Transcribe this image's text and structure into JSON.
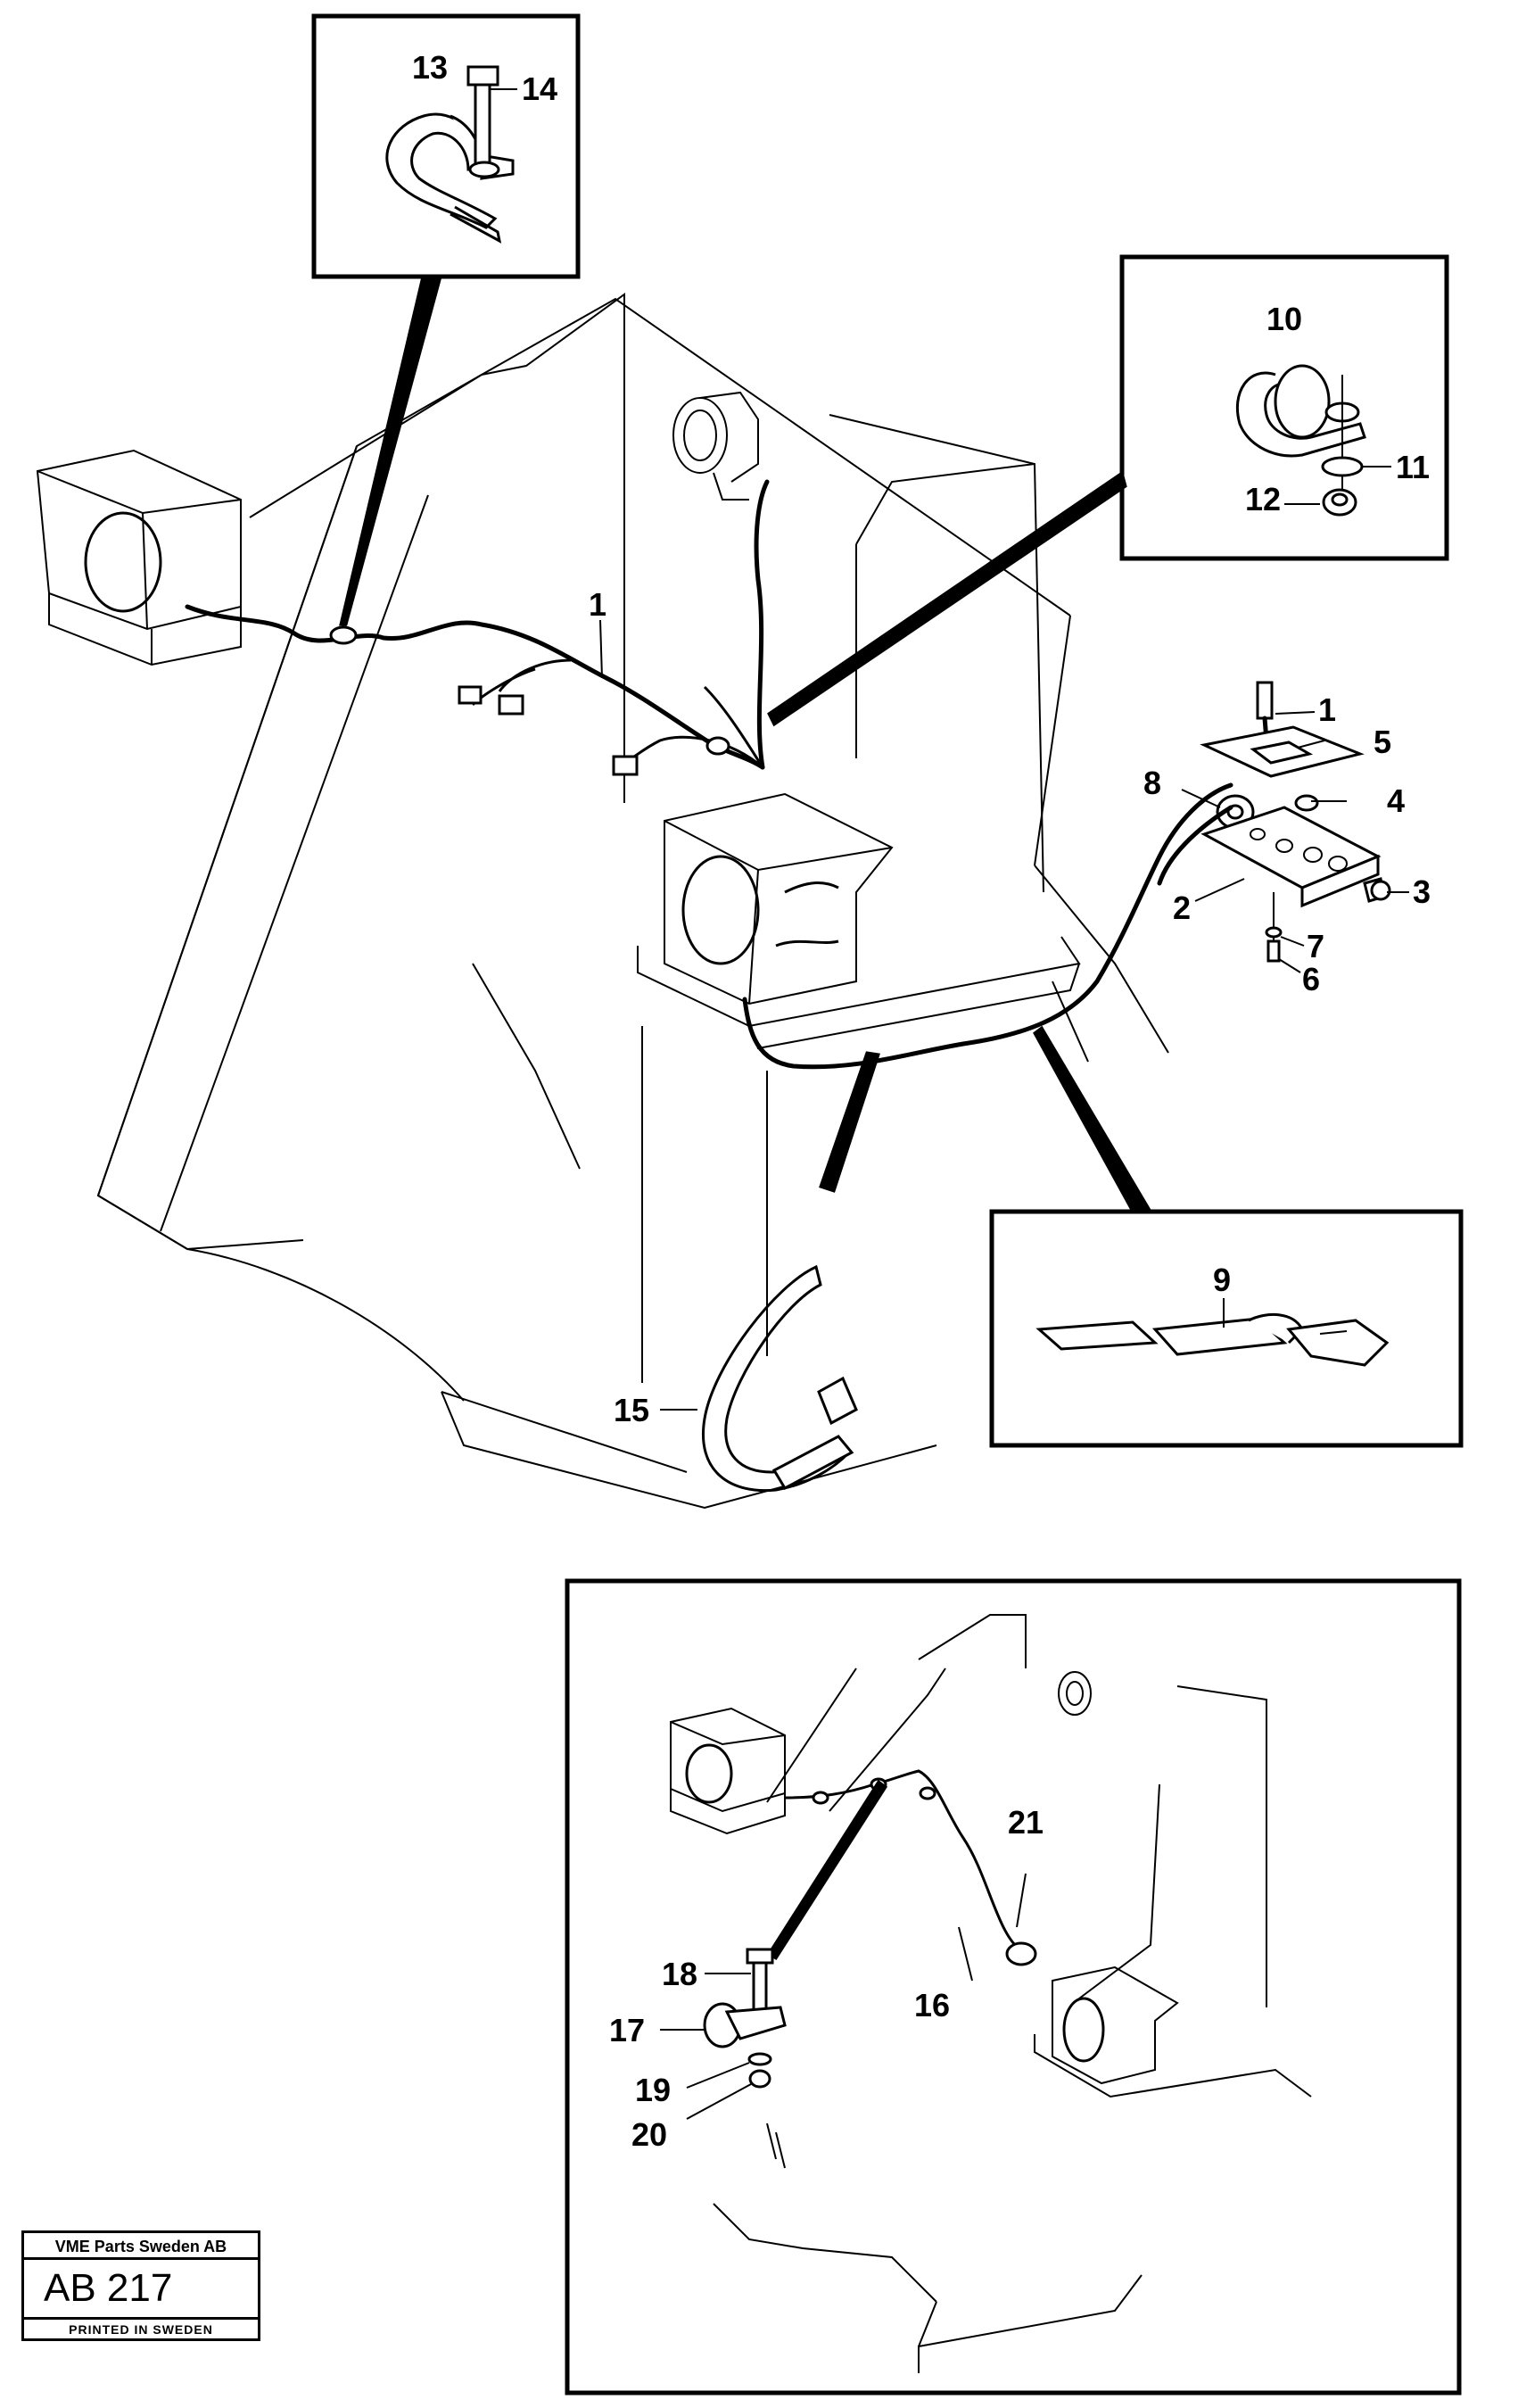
{
  "callouts": {
    "c1": "1",
    "c1b": "1",
    "c2": "2",
    "c3": "3",
    "c4": "4",
    "c5": "5",
    "c6": "6",
    "c7": "7",
    "c8": "8",
    "c9": "9",
    "c10": "10",
    "c11": "11",
    "c12": "12",
    "c13": "13",
    "c14": "14",
    "c15": "15",
    "c16": "16",
    "c17": "17",
    "c18": "18",
    "c19": "19",
    "c20": "20",
    "c21": "21"
  },
  "title_block": {
    "company": "VME Parts Sweden AB",
    "code": "AB 217",
    "printed": "PRINTED IN SWEDEN"
  }
}
